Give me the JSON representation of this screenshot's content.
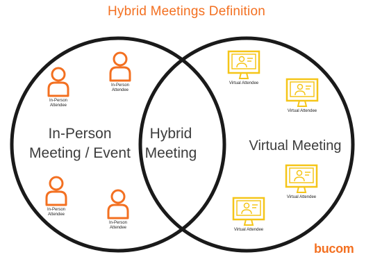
{
  "title": "Hybrid Meetings Definition",
  "colors": {
    "title": "#f37021",
    "person_icon": "#f37021",
    "monitor_icon": "#f5c518",
    "circle_stroke": "#1a1a1a",
    "label": "#3c3c3c"
  },
  "left_circle": {
    "label_line1": "In-Person",
    "label_line2": "Meeting / Event"
  },
  "overlap": {
    "label_line1": "Hybrid",
    "label_line2": "Meeting"
  },
  "right_circle": {
    "label": "Virtual Meeting"
  },
  "in_person_attendees": [
    {
      "icon": "person-icon",
      "caption_line1": "In-Person",
      "caption_line2": "Attendee"
    },
    {
      "icon": "person-icon",
      "caption_line1": "In-Person",
      "caption_line2": "Attendee"
    },
    {
      "icon": "person-icon",
      "caption_line1": "In-Person",
      "caption_line2": "Attendee"
    },
    {
      "icon": "person-icon",
      "caption_line1": "In-Person",
      "caption_line2": "Attendee"
    }
  ],
  "virtual_attendees": [
    {
      "icon": "monitor-icon",
      "caption": "Virtual Attendee"
    },
    {
      "icon": "monitor-icon",
      "caption": "Virtual Attendee"
    },
    {
      "icon": "monitor-icon",
      "caption": "Virtual Attendee"
    },
    {
      "icon": "monitor-icon",
      "caption": "Virtual Attendee"
    }
  ],
  "brand": "bucom"
}
